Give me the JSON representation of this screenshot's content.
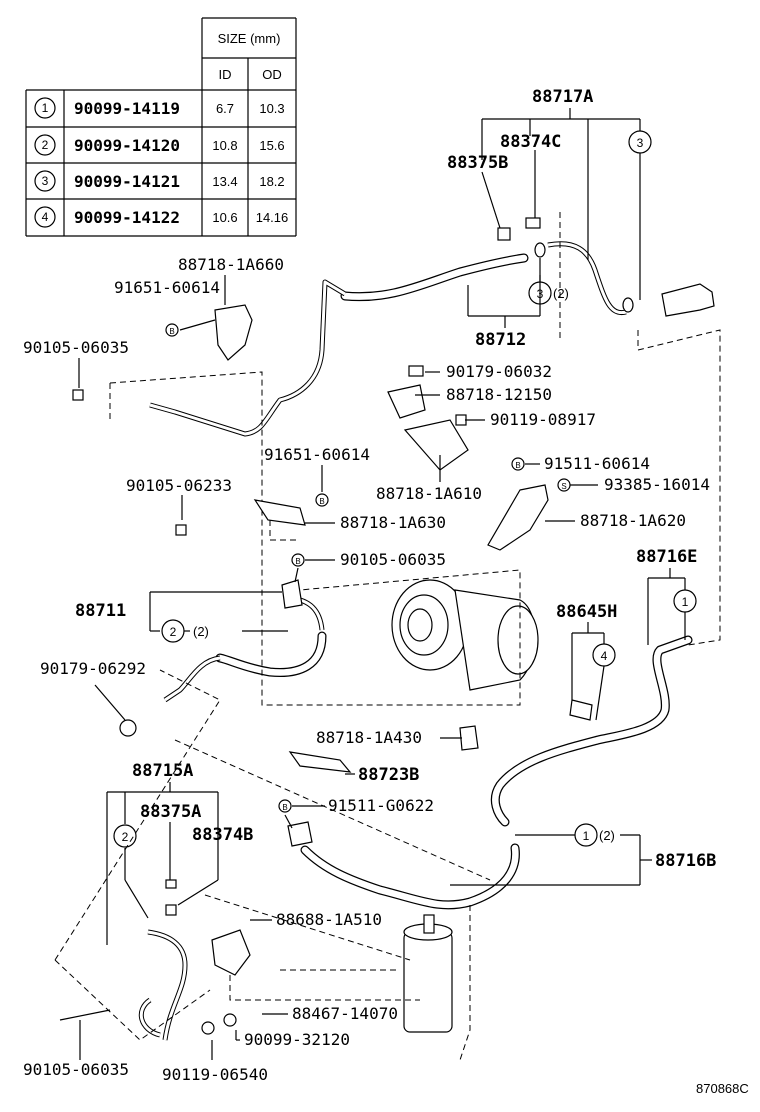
{
  "table": {
    "header": {
      "size": "SIZE (mm)",
      "id": "ID",
      "od": "OD"
    },
    "rows": [
      {
        "num": "1",
        "part": "90099-14119",
        "id": "6.7",
        "od": "10.3"
      },
      {
        "num": "2",
        "part": "90099-14120",
        "id": "10.8",
        "od": "15.6"
      },
      {
        "num": "3",
        "part": "90099-14121",
        "id": "13.4",
        "od": "18.2"
      },
      {
        "num": "4",
        "part": "90099-14122",
        "id": "10.6",
        "od": "14.16"
      }
    ]
  },
  "labels": {
    "p88717A": "88717A",
    "p88374C": "88374C",
    "p88375B": "88375B",
    "c3a": "3",
    "c3b": "3",
    "c3b_qty": "(2)",
    "p88712": "88712",
    "p88718_1A660": "88718-1A660",
    "p91651_60614a": "91651-60614",
    "p90105_06035a": "90105-06035",
    "p90179_06032": "90179-06032",
    "p88718_12150": "88718-12150",
    "p90119_08917": "90119-08917",
    "p88718_1A610": "88718-1A610",
    "p91651_60614b": "91651-60614",
    "p90105_06233": "90105-06233",
    "p88718_1A630": "88718-1A630",
    "p91511_60614": "91511-60614",
    "p93385_16014": "93385-16014",
    "p88718_1A620": "88718-1A620",
    "p90105_06035b": "90105-06035",
    "p88716E": "88716E",
    "c1a": "1",
    "p88711": "88711",
    "c2a": "2",
    "c2a_qty": "(2)",
    "p88645H": "88645H",
    "c4": "4",
    "p90179_06292": "90179-06292",
    "p88718_1A430": "88718-1A430",
    "p88723B": "88723B",
    "p88715A": "88715A",
    "p91511_G0622": "91511-G0622",
    "p88375A": "88375A",
    "p88374B": "88374B",
    "c2b": "2",
    "c1b": "1",
    "c1b_qty": "(2)",
    "p88716B": "88716B",
    "p88688_1A510": "88688-1A510",
    "p88467_14070": "88467-14070",
    "p90099_32120": "90099-32120",
    "p90105_06035c": "90105-06035",
    "p90119_06540": "90119-06540",
    "ref_code": "870868C"
  },
  "markers": {
    "b": "B",
    "s": "S"
  }
}
